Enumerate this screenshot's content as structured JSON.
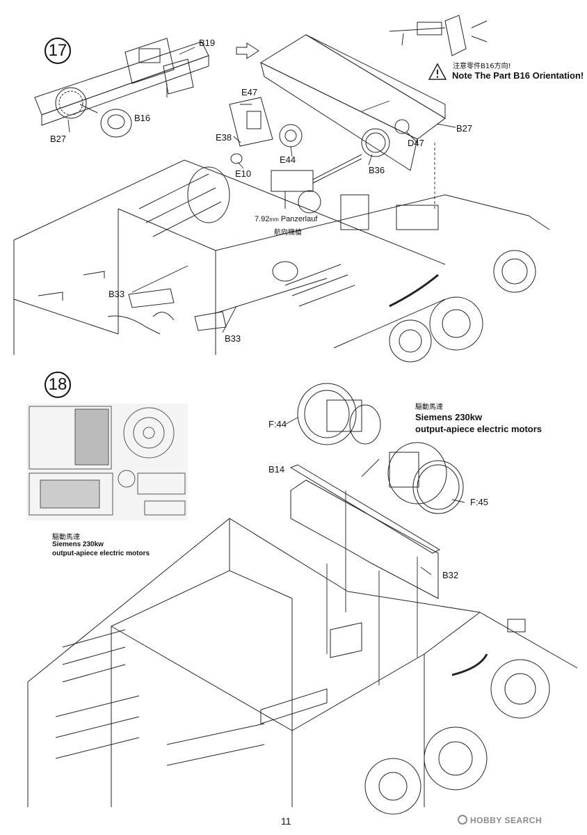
{
  "steps": {
    "step17": "17",
    "step18": "18"
  },
  "step17_labels": {
    "b19": "B19",
    "b16": "B16",
    "b27_left": "B27",
    "e47": "E47",
    "e38": "E38",
    "e10": "E10",
    "e44": "E44",
    "b36": "B36",
    "d47": "D47",
    "b27_right": "B27",
    "b33_left": "B33",
    "b33_right": "B33",
    "gun_size": "7.92",
    "gun_unit": "mm",
    "gun_name": "Panzerlauf",
    "gun_cn": "航向機槍"
  },
  "warning": {
    "cn": "注意零件B16方向!",
    "en": "Note The Part B16 Orientation!"
  },
  "step18_labels": {
    "f44": "F:44",
    "f45": "F:45",
    "b14": "B14",
    "b32": "B32",
    "motor_cn": "驅動馬達",
    "motor_en_line1": "Siemens 230kw",
    "motor_en_line2": "output-apiece electric motors"
  },
  "photo_caption": {
    "cn": "驅動馬達",
    "line1": "Siemens 230kw",
    "line2": "output-apiece electric motors"
  },
  "footer": {
    "page_number": "11",
    "watermark": "HOBBY SEARCH"
  }
}
